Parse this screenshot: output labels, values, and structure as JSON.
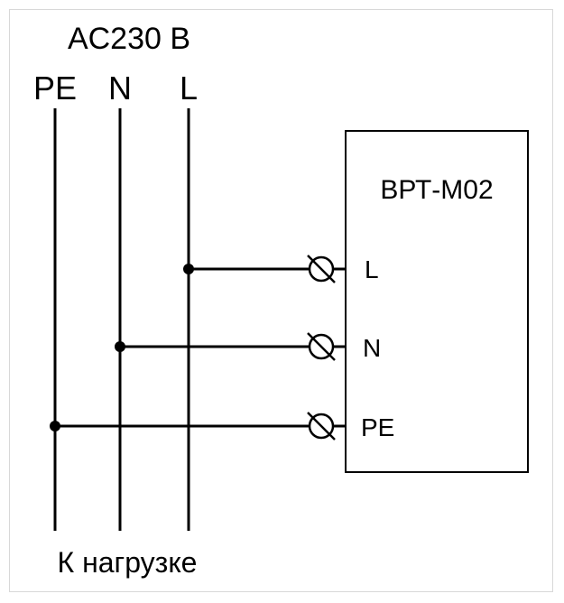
{
  "supply": {
    "title": "AC230 В",
    "lines": [
      {
        "label": "PE"
      },
      {
        "label": "N"
      },
      {
        "label": "L"
      }
    ]
  },
  "device": {
    "name": "ВРТ-М02",
    "terminals": [
      {
        "label": "L"
      },
      {
        "label": "N"
      },
      {
        "label": "PE"
      }
    ]
  },
  "footer": {
    "load_label": "К нагрузке"
  },
  "colors": {
    "line": "#000000",
    "background": "#ffffff",
    "frame": "#d8d8d8"
  }
}
